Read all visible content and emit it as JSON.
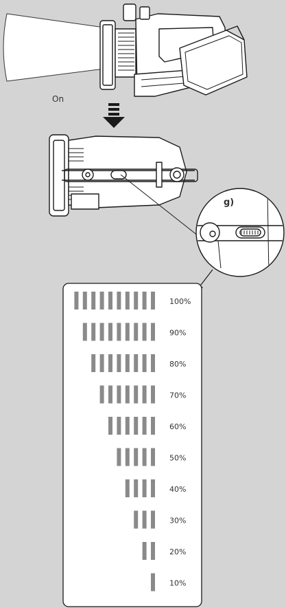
{
  "state_label": "On",
  "callout_label": "g)",
  "colors": {
    "background": "#d4d4d4",
    "bar": "#8a8a8a",
    "line": "#1a1a1a",
    "panel": "#ffffff"
  },
  "icons": [
    "down-arrow-icon",
    "callout-pointer-arrow-icon"
  ],
  "battery_levels": [
    {
      "label": "100%",
      "bars": 10
    },
    {
      "label": "90%",
      "bars": 9
    },
    {
      "label": "80%",
      "bars": 8
    },
    {
      "label": "70%",
      "bars": 7
    },
    {
      "label": "60%",
      "bars": 6
    },
    {
      "label": "50%",
      "bars": 5
    },
    {
      "label": "40%",
      "bars": 4
    },
    {
      "label": "30%",
      "bars": 3
    },
    {
      "label": "20%",
      "bars": 2
    },
    {
      "label": "10%",
      "bars": 1
    }
  ]
}
